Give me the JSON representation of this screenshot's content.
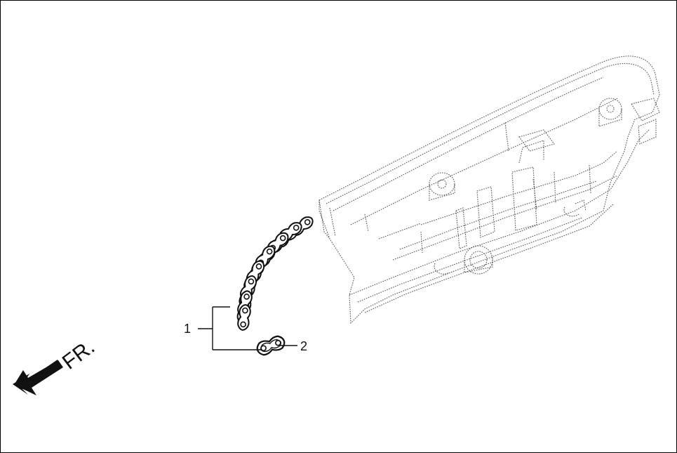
{
  "diagram": {
    "callouts": [
      {
        "id": "1",
        "label": "1"
      },
      {
        "id": "2",
        "label": "2"
      }
    ],
    "direction_indicator": {
      "label": "FR.",
      "icon": "front-arrow-icon"
    },
    "colors": {
      "line": "#111111",
      "dotted": "#555555",
      "background": "#ffffff"
    }
  }
}
